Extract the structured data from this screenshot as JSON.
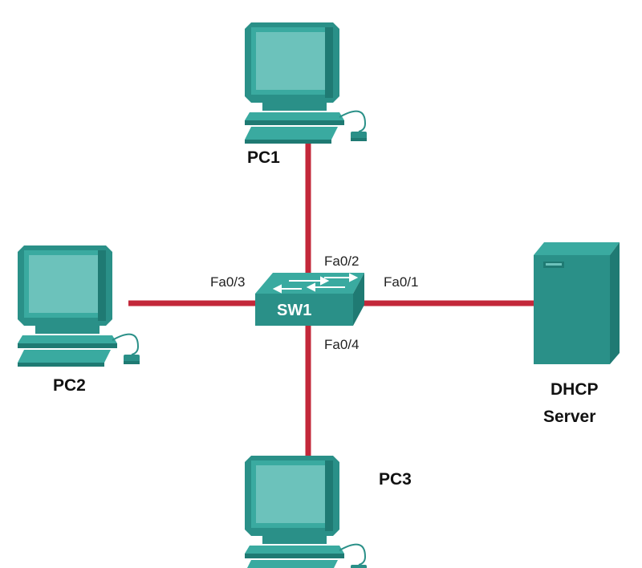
{
  "diagram": {
    "devices": {
      "pc1": {
        "label": "PC1",
        "icon": "pc-icon"
      },
      "pc2": {
        "label": "PC2",
        "icon": "pc-icon"
      },
      "pc3": {
        "label": "PC3",
        "icon": "pc-icon"
      },
      "switch": {
        "label": "SW1",
        "icon": "switch-icon"
      },
      "server": {
        "label_line1": "DHCP",
        "label_line2": "Server",
        "icon": "server-icon"
      }
    },
    "ports": {
      "fa01": "Fa0/1",
      "fa02": "Fa0/2",
      "fa03": "Fa0/3",
      "fa04": "Fa0/4"
    },
    "links": [
      {
        "from": "SW1",
        "port": "Fa0/1",
        "to": "DHCP Server"
      },
      {
        "from": "SW1",
        "port": "Fa0/2",
        "to": "PC1"
      },
      {
        "from": "SW1",
        "port": "Fa0/3",
        "to": "PC2"
      },
      {
        "from": "SW1",
        "port": "Fa0/4",
        "to": "PC3"
      }
    ],
    "colors": {
      "link": "#c3283a",
      "device_light": "#3aaaa0",
      "device_mid": "#2a9088",
      "device_dark": "#1f7a73",
      "screen": "#6cc2bb"
    }
  }
}
